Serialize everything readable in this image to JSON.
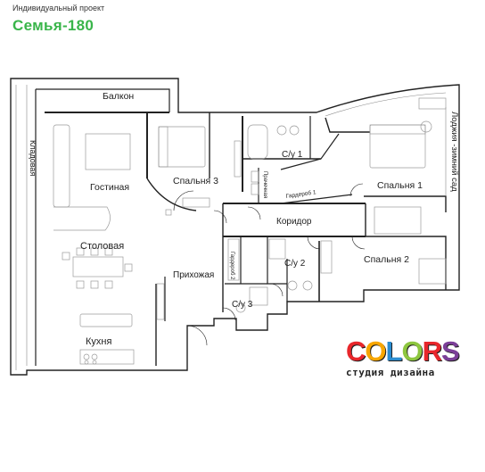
{
  "header": {
    "subtitle": "Индивидуальный проект",
    "title": "Семья-180"
  },
  "rooms": {
    "balcony": "Балкон",
    "storage": "Кладовая",
    "living": "Гостиная",
    "bedroom3": "Спальня 3",
    "wc1": "С/у 1",
    "laundry": "Прачечная",
    "wardrobe1": "Гардероб 1",
    "bedroom1": "Спальня 1",
    "loggia": "Лоджия -зимний сад",
    "corridor": "Коридор",
    "dining": "Столовая",
    "wardrobe2": "Гардероб 2",
    "wc2": "С/у 2",
    "bedroom2": "Спальня 2",
    "hall": "Прихожая",
    "wc3": "С/у 3",
    "kitchen": "Кухня"
  },
  "logo": {
    "letters": [
      "C",
      "O",
      "L",
      "O",
      "R",
      "S"
    ],
    "letter_colors": [
      "#e8262b",
      "#f7a600",
      "#2a8ccf",
      "#8dc63f",
      "#e8262b",
      "#7b3f98"
    ],
    "tagline": "студия дизайна"
  },
  "colors": {
    "title_green": "#39b54a",
    "wall": "#222222",
    "fixture": "#9a9a9a"
  }
}
